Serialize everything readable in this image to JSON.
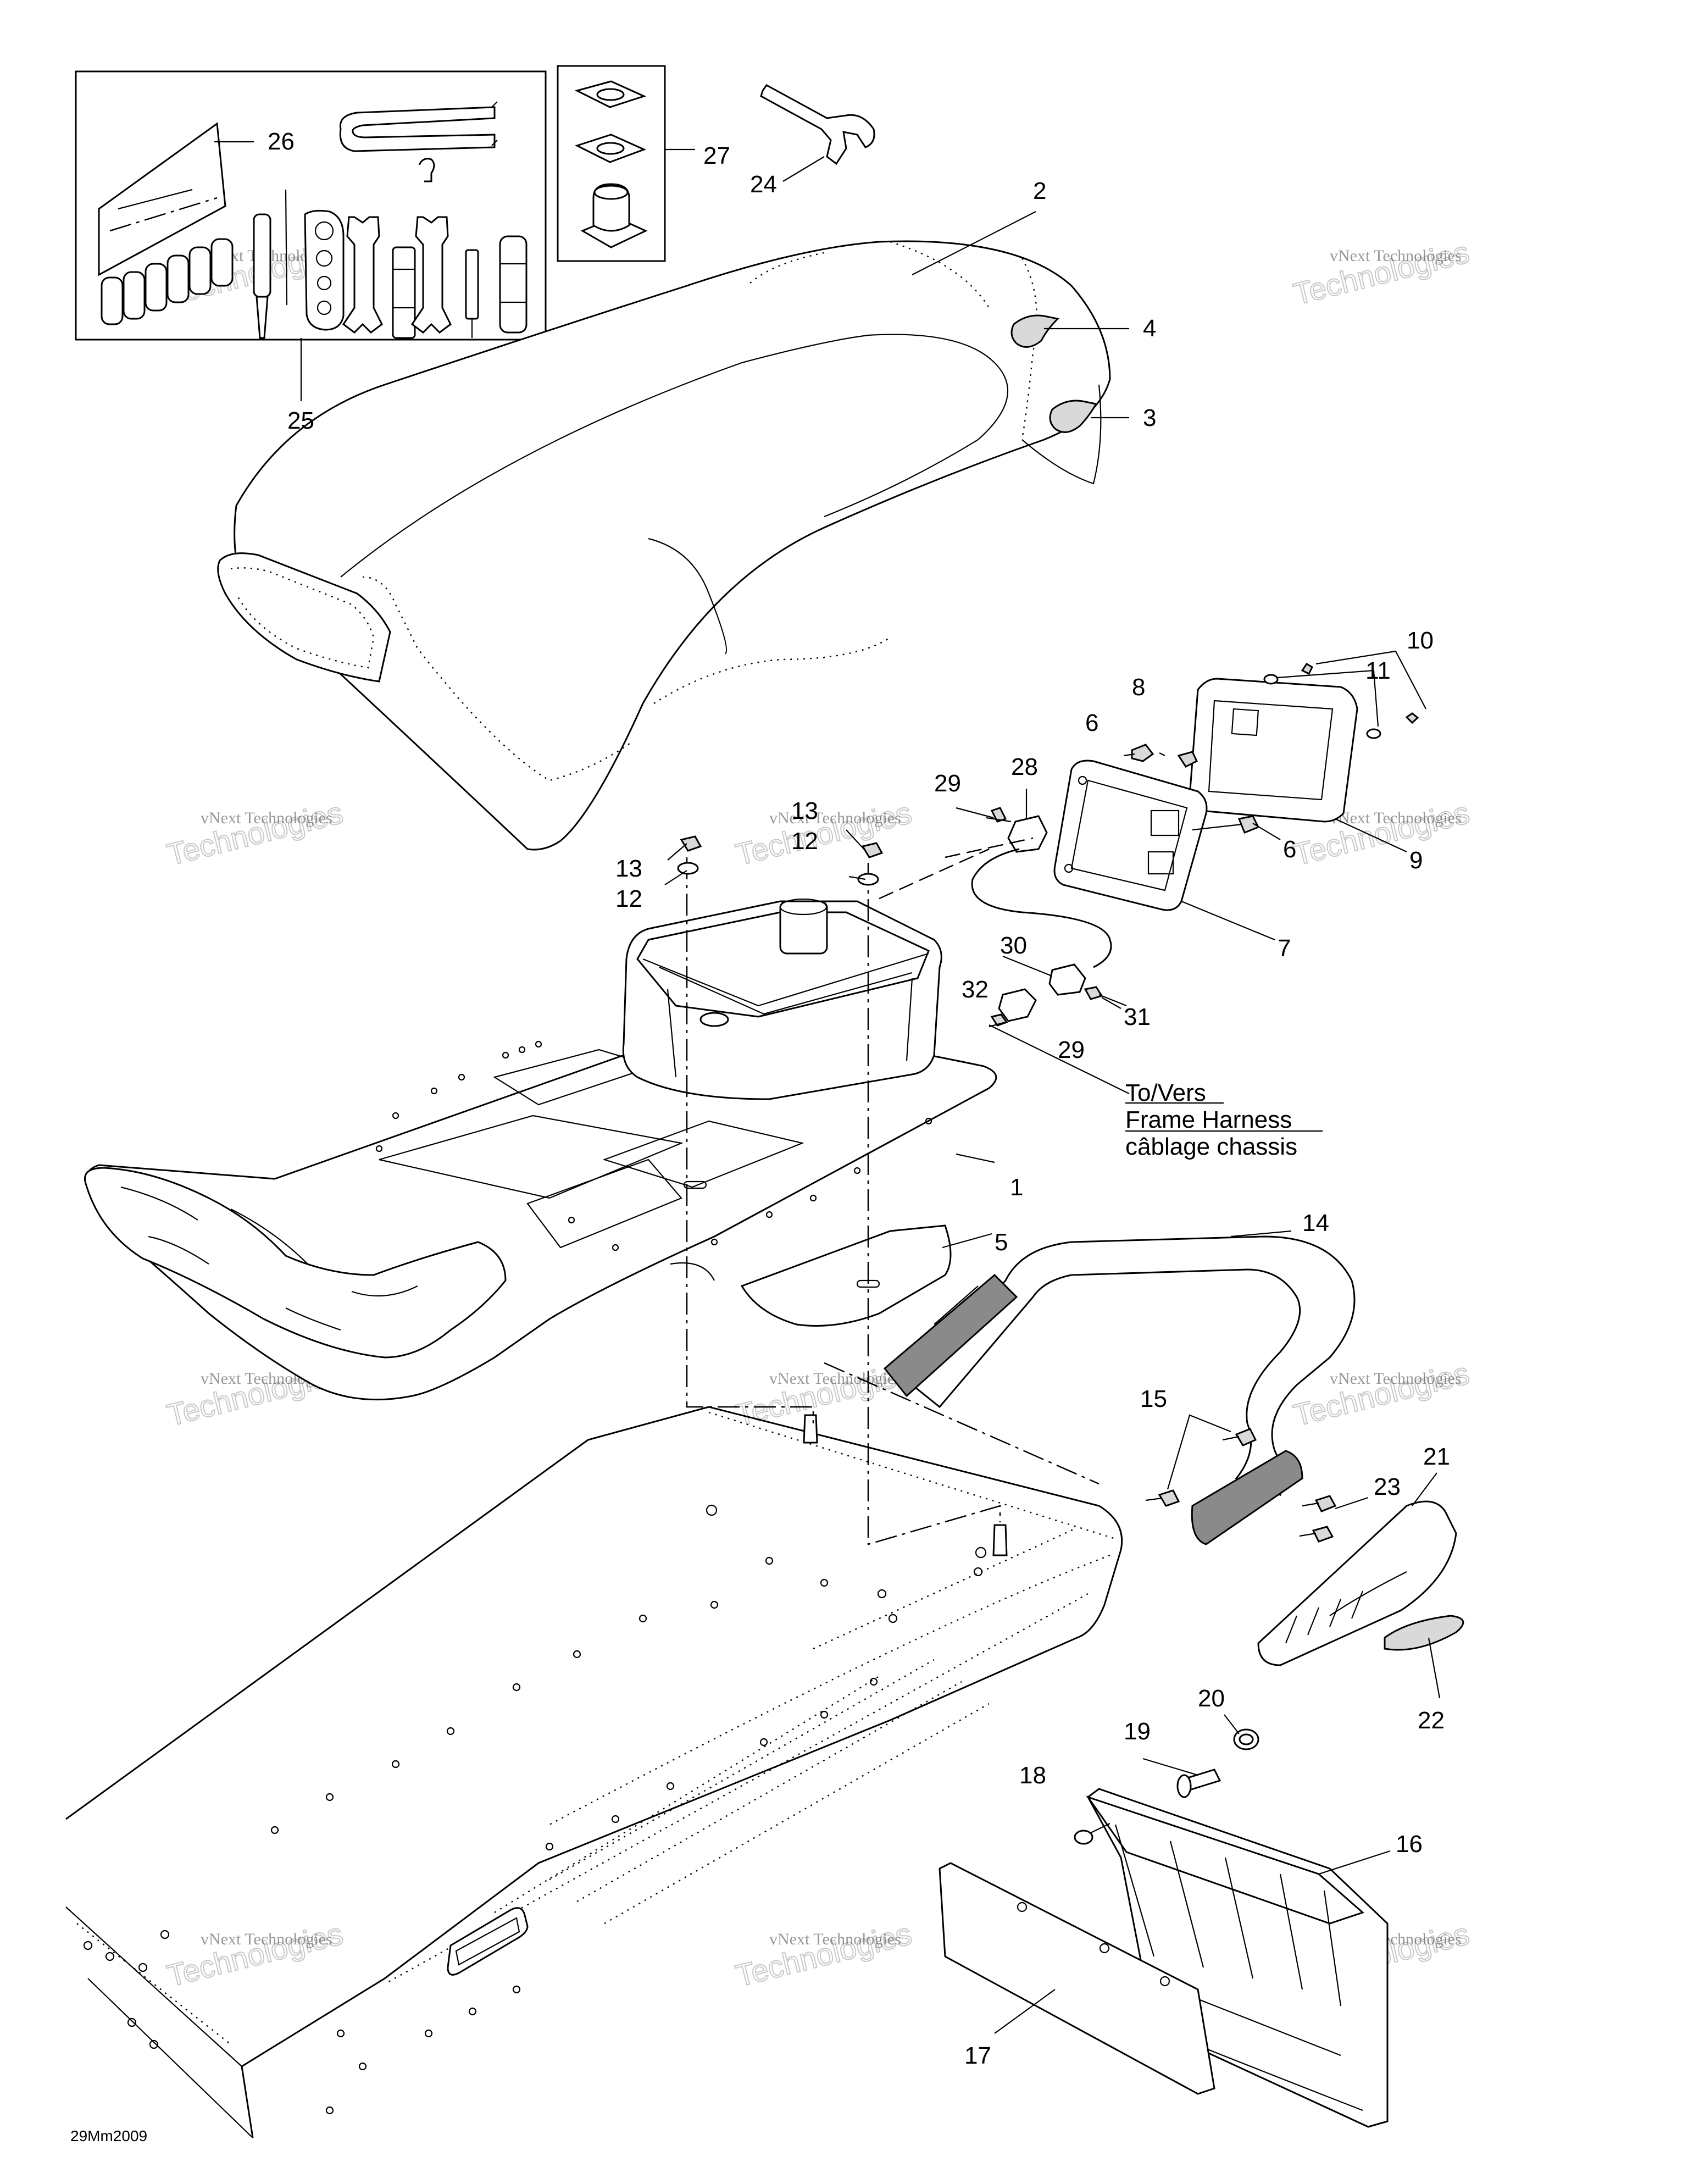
{
  "callouts": [
    {
      "id": "c26",
      "label": "26"
    },
    {
      "id": "c27",
      "label": "27"
    },
    {
      "id": "c24",
      "label": "24"
    },
    {
      "id": "c25",
      "label": "25"
    },
    {
      "id": "c2",
      "label": "2"
    },
    {
      "id": "c4",
      "label": "4"
    },
    {
      "id": "c3",
      "label": "3"
    },
    {
      "id": "c10",
      "label": "10"
    },
    {
      "id": "c11",
      "label": "11"
    },
    {
      "id": "c8",
      "label": "8"
    },
    {
      "id": "c6a",
      "label": "6"
    },
    {
      "id": "c6b",
      "label": "6"
    },
    {
      "id": "c9",
      "label": "9"
    },
    {
      "id": "c29a",
      "label": "29"
    },
    {
      "id": "c28",
      "label": "28"
    },
    {
      "id": "c13a",
      "label": "13"
    },
    {
      "id": "c12a",
      "label": "12"
    },
    {
      "id": "c13b",
      "label": "13"
    },
    {
      "id": "c12b",
      "label": "12"
    },
    {
      "id": "c7",
      "label": "7"
    },
    {
      "id": "c30",
      "label": "30"
    },
    {
      "id": "c32",
      "label": "32"
    },
    {
      "id": "c31",
      "label": "31"
    },
    {
      "id": "c29b",
      "label": "29"
    },
    {
      "id": "c1",
      "label": "1"
    },
    {
      "id": "c5",
      "label": "5"
    },
    {
      "id": "c14",
      "label": "14"
    },
    {
      "id": "c15",
      "label": "15"
    },
    {
      "id": "c21",
      "label": "21"
    },
    {
      "id": "c23",
      "label": "23"
    },
    {
      "id": "c22",
      "label": "22"
    },
    {
      "id": "c20",
      "label": "20"
    },
    {
      "id": "c19",
      "label": "19"
    },
    {
      "id": "c18",
      "label": "18"
    },
    {
      "id": "c16",
      "label": "16"
    },
    {
      "id": "c17",
      "label": "17"
    }
  ],
  "harness_note": {
    "line1": "To/Vers",
    "line2": "Frame Harness",
    "line3": "câblage chassis"
  },
  "figure_code": "29Mm2009",
  "watermark": {
    "line1": "vNext Technologies",
    "line2": "Technologies"
  }
}
